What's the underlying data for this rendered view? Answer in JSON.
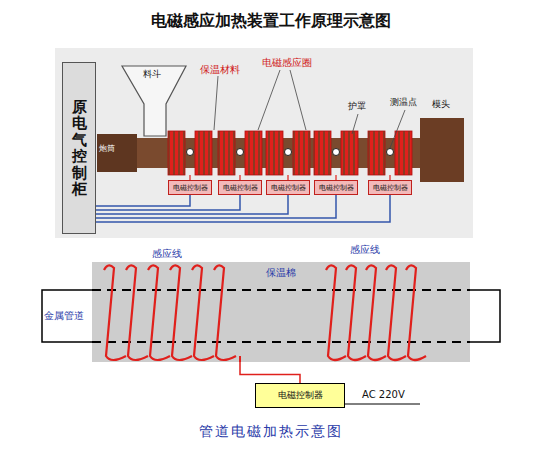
{
  "diagram": {
    "title": "电磁感应加热装置工作原理示意图",
    "caption": "管道电磁加热示意图",
    "nodes": [
      {
        "text": [
          "原电气控制柜"
        ]
      },
      {
        "text": [
          "电磁控制器"
        ]
      },
      {
        "text": [
          "电磁控制器"
        ]
      },
      {
        "text": [
          "电磁控制器"
        ]
      },
      {
        "text": [
          "电磁控制器"
        ]
      },
      {
        "text": [
          "电磁控制器"
        ]
      },
      {
        "text": [
          "保温棉"
        ]
      },
      {
        "text": [
          "电磁控制器"
        ]
      }
    ],
    "edges": [
      {
        "from": 1,
        "to": 0,
        "arrow": "none"
      },
      {
        "from": 2,
        "to": 0,
        "arrow": "none"
      },
      {
        "from": 3,
        "to": 0,
        "arrow": "none"
      },
      {
        "from": 4,
        "to": 0,
        "arrow": "none"
      },
      {
        "from": 5,
        "to": 0,
        "arrow": "none"
      },
      {
        "from": 6,
        "to": 7,
        "arrow": "none"
      }
    ],
    "labels": [
      "料斗",
      "保温材料",
      "电磁感应圈",
      "护罩",
      "测温点",
      "模头",
      "炮筒",
      "感应线",
      "感应线",
      "金属管道",
      "AC 220V"
    ]
  }
}
